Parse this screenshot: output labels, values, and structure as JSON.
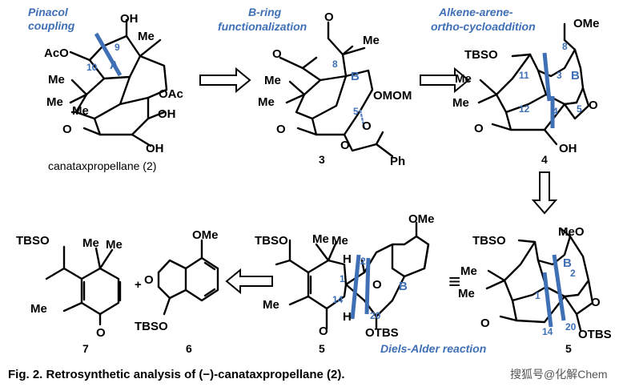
{
  "steps": {
    "pinacol_1": "Pinacol",
    "pinacol_2": "coupling",
    "bring_1": "B-ring",
    "bring_2": "functionalization",
    "alkene_1": "Alkene-arene-",
    "alkene_2": "ortho-cycloaddition",
    "diels_alder": "Diels-Alder reaction"
  },
  "compound_name": "canatAxpropellane (2)",
  "compounds": {
    "c2_label": "canataxpropellane (2)",
    "c3": "3",
    "c4": "4",
    "c5a": "5",
    "c5b": "5",
    "c6": "6",
    "c7": "7"
  },
  "groups": {
    "OH": "OH",
    "AcO": "AcO",
    "OAc": "OAc",
    "Me": "Me",
    "O": "O",
    "OMOM": "OMOM",
    "Ph": "Ph",
    "TBSO": "TBSO",
    "OMe": "OMe",
    "MeO": "MeO",
    "OTBS": "OTBS",
    "H": "H",
    "plus": "+",
    "equiv": "≡"
  },
  "ring_labels": {
    "A": "A",
    "B": "B"
  },
  "atom_numbers": {
    "n1": "1",
    "n2": "2",
    "n3": "3",
    "n4": "4",
    "n5": "5",
    "n8": "8",
    "n9": "9",
    "n10": "10",
    "n11": "11",
    "n12": "12",
    "n14": "14",
    "n20": "20"
  },
  "caption": "Fig. 2. Retrosynthetic analysis of (−)-canataxpropellane (2).",
  "watermark": "搜狐号@化解Chem",
  "colors": {
    "accent": "#3f6fb5",
    "text": "#000000",
    "background": "#ffffff"
  }
}
